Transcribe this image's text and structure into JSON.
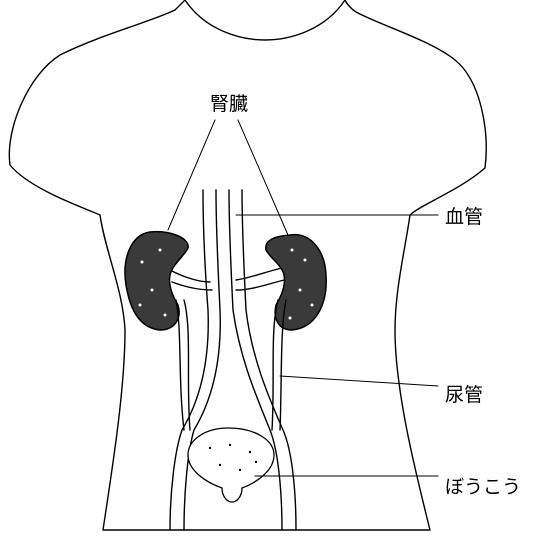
{
  "labels": {
    "kidney": "腎臓",
    "vessel": "血管",
    "ureter": "尿管",
    "bladder": "ぼうこう"
  }
}
